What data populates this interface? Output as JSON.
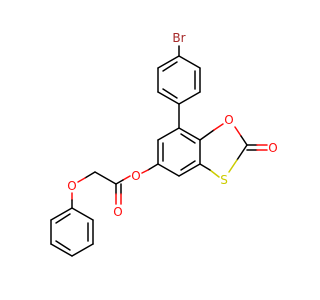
{
  "molecule": {
    "atoms": {
      "bromine": "Br",
      "ring_oxygen": "O",
      "carbonyl_oxygen_ring": "O",
      "sulfur": "S",
      "ester_oxygen": "O",
      "ester_carbonyl_oxygen": "O",
      "ether_oxygen": "O"
    },
    "colors": {
      "carbon_bond": "#000000",
      "oxygen": "#ff0d0d",
      "sulfur": "#cccc00",
      "bromine": "#a62929"
    }
  }
}
